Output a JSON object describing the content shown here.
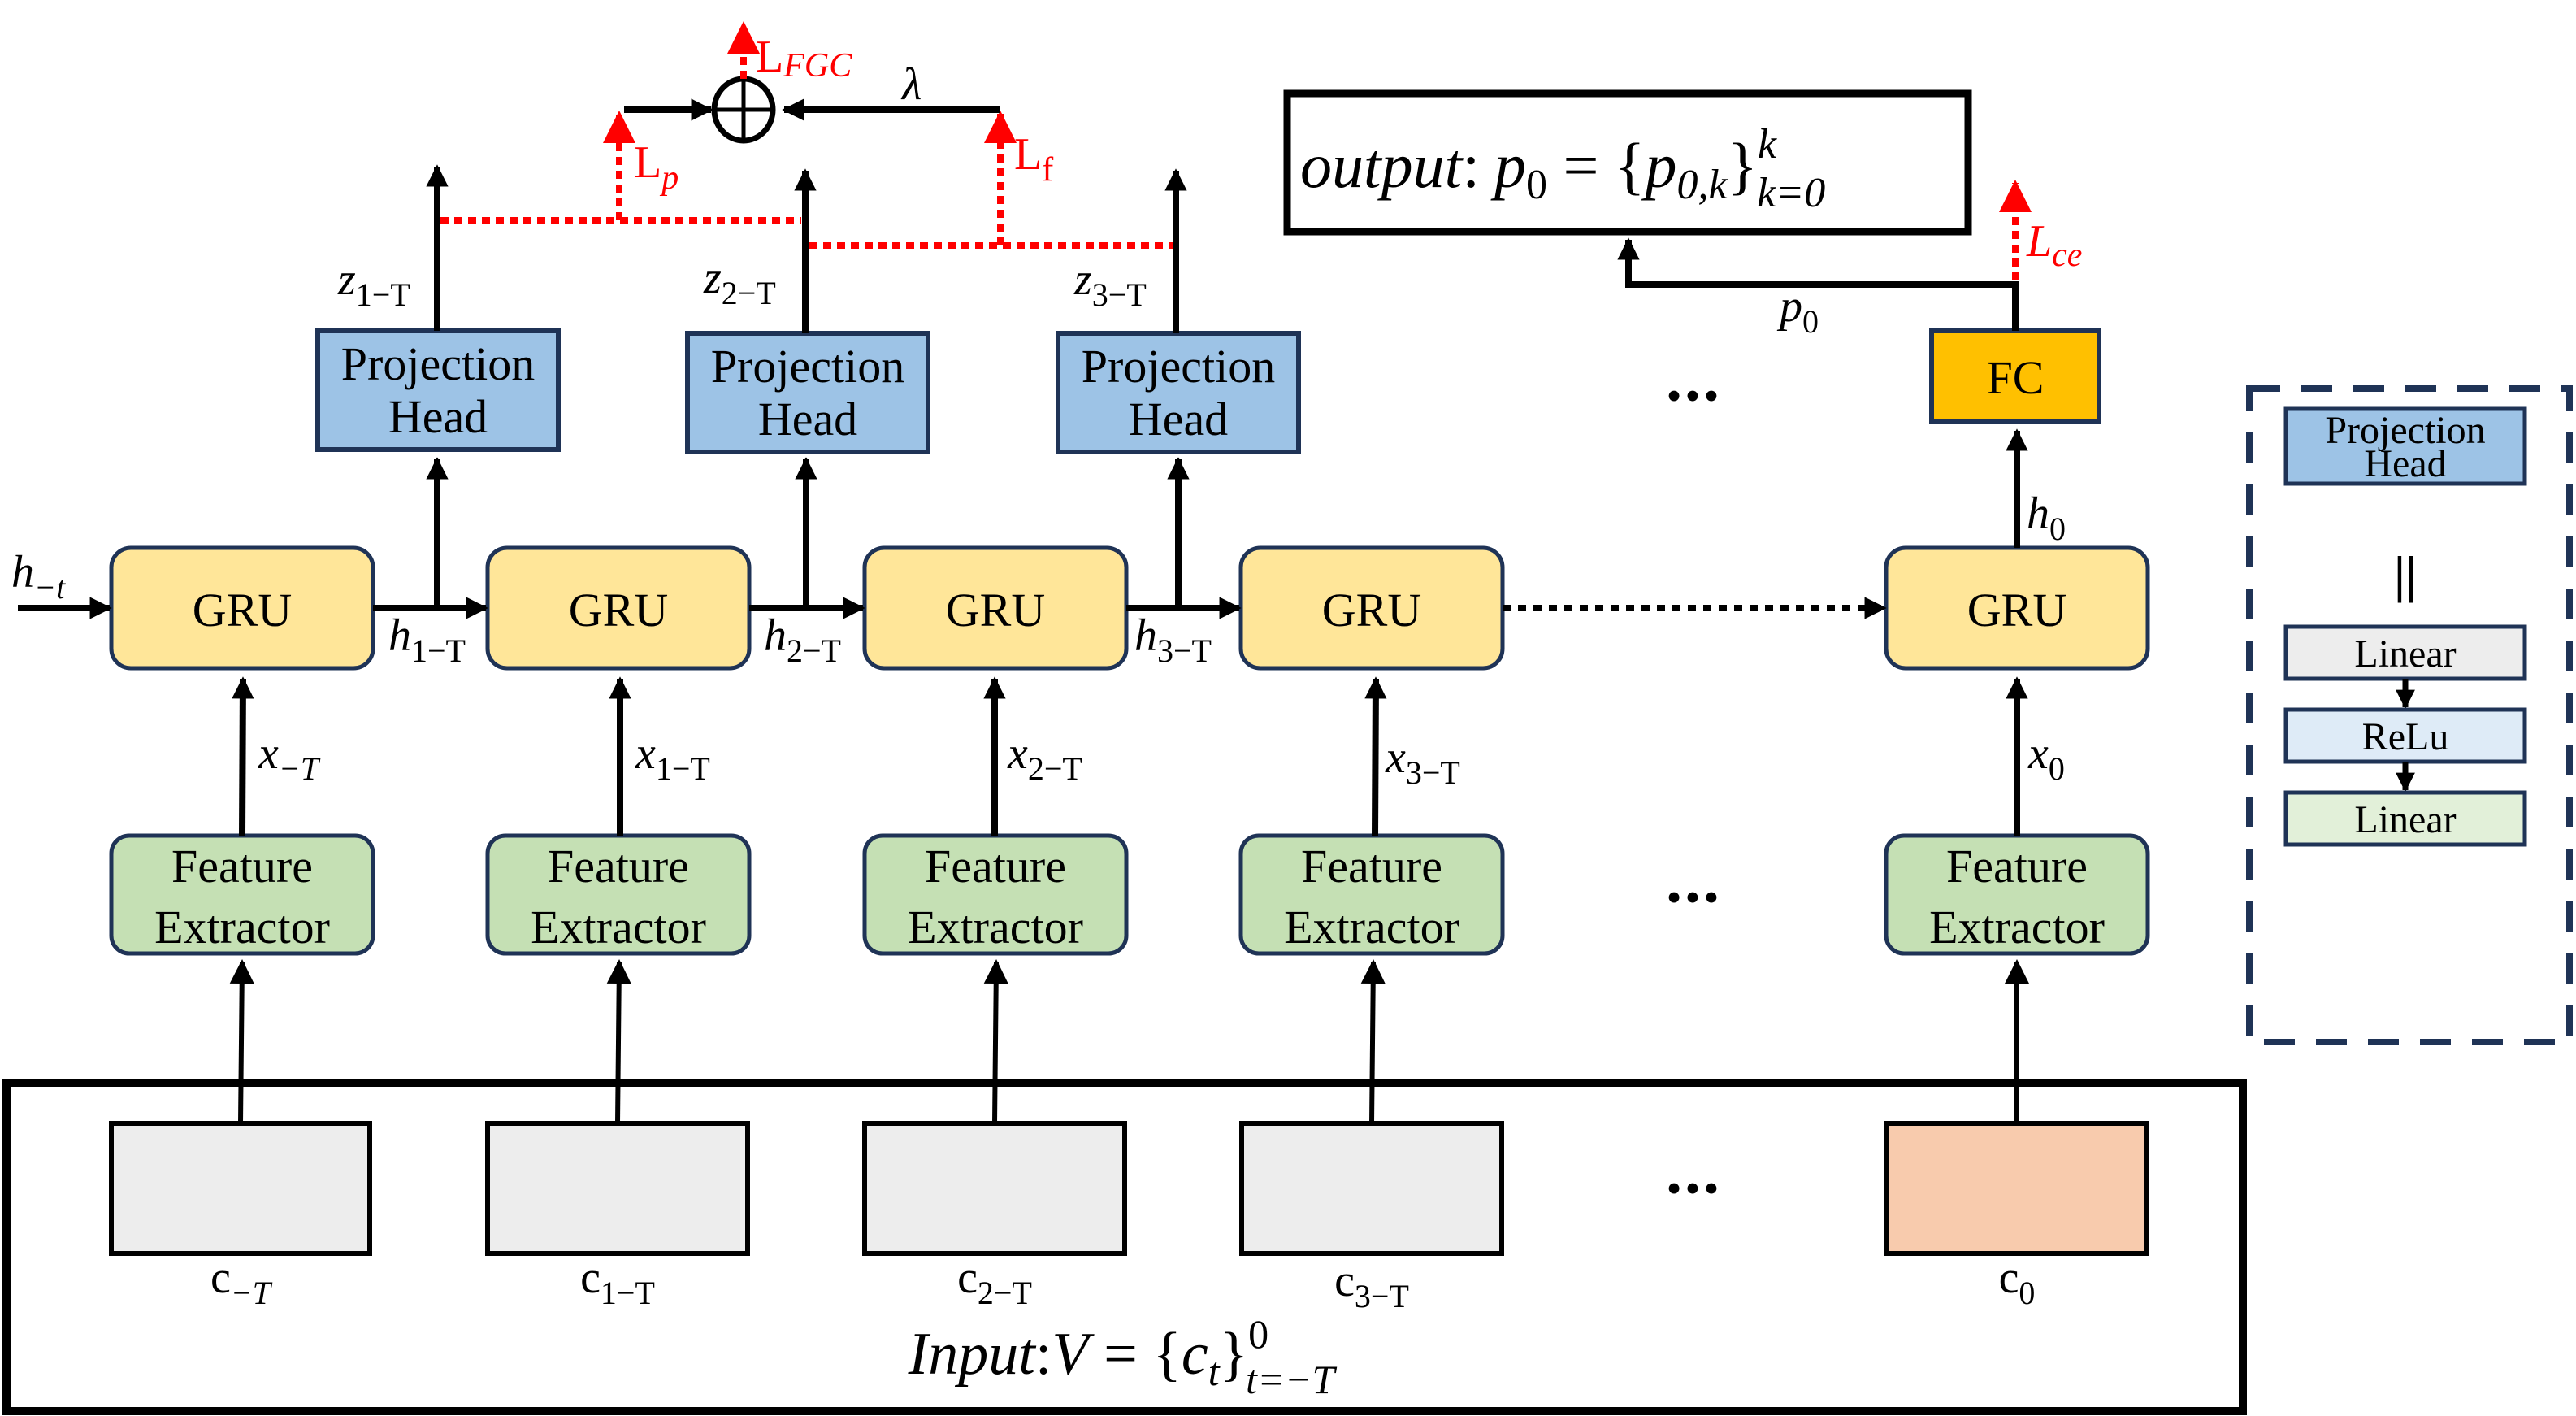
{
  "colors": {
    "gru": "#ffe699",
    "feature_extractor": "#c5e0b4",
    "projection_head": "#9dc3e6",
    "fc": "#ffc000",
    "clip_default": "#ededed",
    "clip_current": "#f8cbad",
    "relu": "#deebf7",
    "linear1": "#ededed",
    "linear2": "#e2f0d9",
    "border_dark": "#1f3356",
    "loss": "#ff0000"
  },
  "initial_hidden": {
    "base": "h",
    "sub": "−t"
  },
  "timesteps": [
    {
      "gru": "GRU",
      "fe_line1": "Feature",
      "fe_line2": "Extractor",
      "x_base": "x",
      "x_sub": "−T",
      "h_base": "h",
      "h_sub": "1−T",
      "z_base": "z",
      "z_sub": "1−T",
      "c_base": "c",
      "c_sub": "−T",
      "ph_line1": "Projection",
      "ph_line2": "Head"
    },
    {
      "gru": "GRU",
      "fe_line1": "Feature",
      "fe_line2": "Extractor",
      "x_base": "x",
      "x_sub": "1−T",
      "h_base": "h",
      "h_sub": "2−T",
      "z_base": "z",
      "z_sub": "2−T",
      "c_base": "c",
      "c_sub": "1−T",
      "ph_line1": "Projection",
      "ph_line2": "Head"
    },
    {
      "gru": "GRU",
      "fe_line1": "Feature",
      "fe_line2": "Extractor",
      "x_base": "x",
      "x_sub": "2−T",
      "h_base": "h",
      "h_sub": "3−T",
      "z_base": "z",
      "z_sub": "3−T",
      "c_base": "c",
      "c_sub": "2−T",
      "ph_line1": "Projection",
      "ph_line2": "Head"
    },
    {
      "gru": "GRU",
      "fe_line1": "Feature",
      "fe_line2": "Extractor",
      "x_base": "x",
      "x_sub": "3−T",
      "c_base": "c",
      "c_sub": "3−T"
    },
    {
      "gru": "GRU",
      "fe_line1": "Feature",
      "fe_line2": "Extractor",
      "x_base": "x",
      "x_sub": "0",
      "h_base": "h",
      "h_sub": "0",
      "c_base": "c",
      "c_sub": "0"
    }
  ],
  "ellipsis": "•••",
  "fc_label": "FC",
  "p0": {
    "base": "p",
    "sub": "0"
  },
  "output": {
    "prefix": "output",
    "colon": ":",
    "lhs_base": "p",
    "lhs_sub": "0",
    "eq": " = {",
    "elem_base": "p",
    "elem_sub": "0,k",
    "close": "}",
    "sup": "k",
    "range_sub": "k=0"
  },
  "input": {
    "prefix": "Input",
    "colon": ":",
    "var": "V",
    "eq": " = {",
    "elem_base": "c",
    "elem_sub": "t",
    "close": "}",
    "sup": "0",
    "range_sub": "t=−T"
  },
  "losses": {
    "fgc": {
      "base": "L",
      "sub": "FGC"
    },
    "p": {
      "base": "L",
      "sub": "p"
    },
    "f": {
      "base": "L",
      "sub": "f"
    },
    "ce": {
      "base": "L",
      "sub": "ce"
    },
    "lambda": "λ",
    "sum_symbol": "⊕"
  },
  "legend": {
    "head_line1": "Projection",
    "head_line2": "Head",
    "equals": "||",
    "layers": [
      "Linear",
      "ReLu",
      "Linear"
    ]
  }
}
